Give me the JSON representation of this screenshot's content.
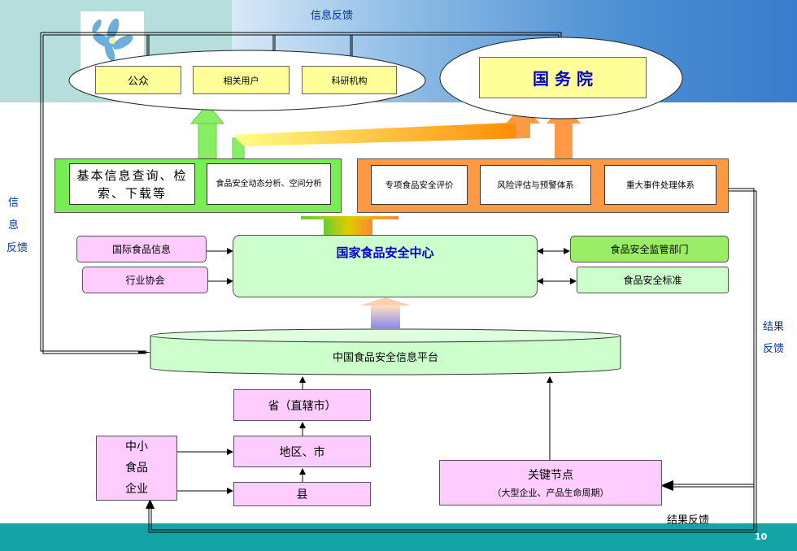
{
  "top_feedback": "信息反馈",
  "left_feedback": [
    "信",
    "息",
    "反馈"
  ],
  "right_feedback": [
    "结果",
    "反馈"
  ],
  "bottom_feedback": "结果反馈",
  "public_groups": [
    "公众",
    "相关用户",
    "科研机构"
  ],
  "state_council": "国 务 院",
  "basic_info": "基本信息查询、检索、下载等",
  "dynamic_analysis": "食品安全动态分析、空间分析",
  "systems": [
    "专项食品安全评价",
    "风险评估与预警体系",
    "重大事件处理体系"
  ],
  "left_sources": [
    "国际食品信息",
    "行业协会"
  ],
  "center": "国家食品安全中心",
  "right_depts": [
    "食品安全监管部门",
    "食品安全标准"
  ],
  "platform": "中国食品安全信息平台",
  "province": "省（直辖市）",
  "city": "地区、市",
  "county": "县",
  "sme": [
    "中小",
    "食品",
    "企业"
  ],
  "key_node_title": "关键节点",
  "key_node_sub": "（大型企业、产品生命周期）",
  "page_number": "10",
  "colors": {
    "green": "#77ee55",
    "orange": "#ff9944",
    "yellow": "#ffff99",
    "pink": "#ffccff",
    "mint": "#ccffcc",
    "blue": "#0000cc"
  }
}
